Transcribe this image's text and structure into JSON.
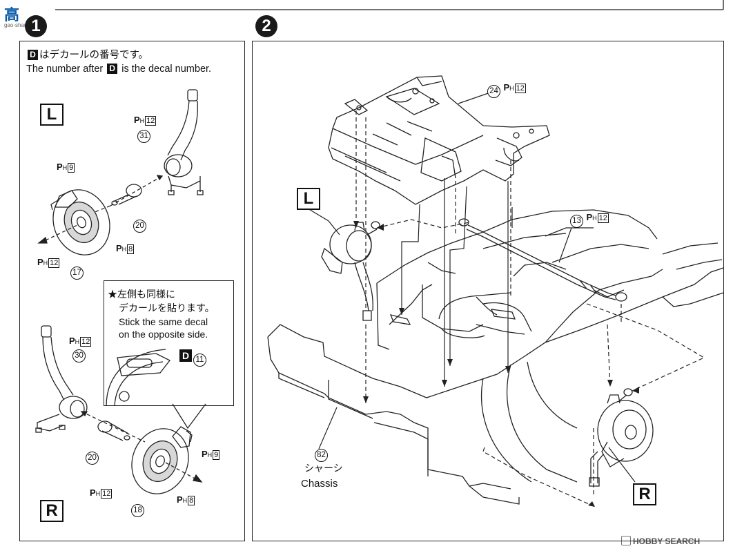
{
  "watermark_top": {
    "logo": "高",
    "sub": "gao-shan.com"
  },
  "watermark_bottom": {
    "text": "HOBBY SEARCH"
  },
  "step1": {
    "badge": "1",
    "jp_note": "はデカールの番号です。",
    "en_note_pre": "The number after",
    "en_note_post": "is the decal number.",
    "d_letter": "D",
    "left_label": "L",
    "right_label": "R"
  },
  "inset": {
    "jp_line1": "★左側も同様に",
    "jp_line2": "デカールを貼ります。",
    "en_line1": "Stick the same decal",
    "en_line2": "on the opposite side.",
    "decal_letter": "D",
    "decal_num": "11"
  },
  "step2": {
    "badge": "2",
    "left_label": "L",
    "right_label": "R",
    "chassis_num": "82",
    "chassis_jp": "シャーシ",
    "chassis_en": "Chassis"
  },
  "ph": {
    "p": "P",
    "h": "H"
  },
  "parts": {
    "p31": {
      "num": "31",
      "ph": "12"
    },
    "p9a": {
      "ph": "9"
    },
    "p20a": {
      "num": "20"
    },
    "p8a": {
      "ph": "8"
    },
    "p17": {
      "num": "17",
      "ph": "12"
    },
    "p30": {
      "num": "30",
      "ph": "12"
    },
    "p20b": {
      "num": "20"
    },
    "p9b": {
      "ph": "9"
    },
    "p18": {
      "num": "18",
      "ph": "12"
    },
    "p8b": {
      "ph": "8"
    },
    "p24": {
      "num": "24",
      "ph": "12"
    },
    "p13": {
      "num": "13",
      "ph": "12"
    }
  }
}
